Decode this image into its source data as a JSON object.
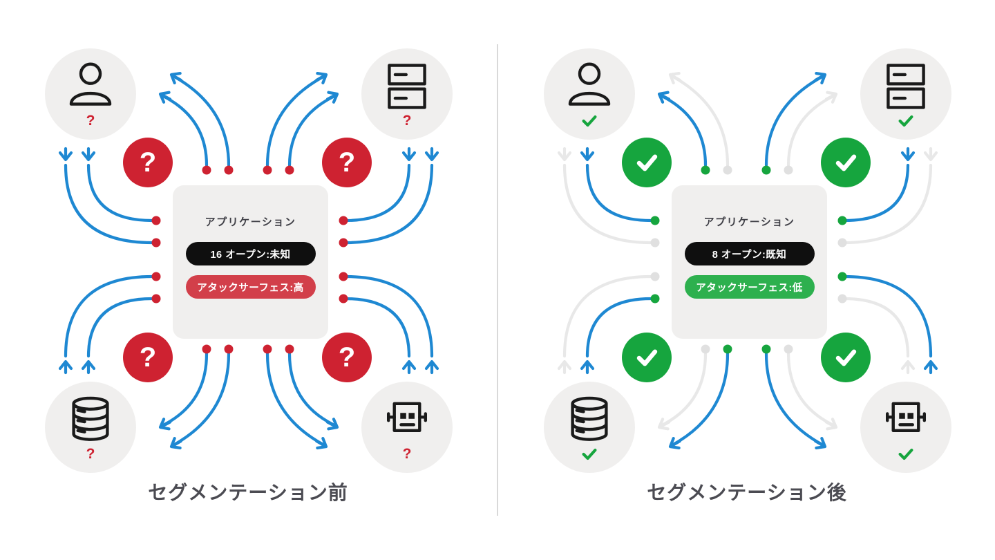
{
  "colors": {
    "blue": "#1e88d2",
    "red": "#ce2231",
    "red_pill": "#d23f4a",
    "green": "#16a53e",
    "green_pill": "#2db04e",
    "gray_line": "#e8e8e8",
    "gray_dot": "#e0e0e0",
    "ink": "#1a1a1a",
    "label": "#4b4b52",
    "surface": "#f0efee",
    "black_pill": "#0f0f0f",
    "divider_c": "#d9d9d9"
  },
  "panels": [
    {
      "caption": "セグメンテーション前",
      "badge_kind": "question",
      "badge_glyph": "?",
      "card": {
        "title": "アプリケーション",
        "open_label": "16 オープン:未知",
        "surface_label": "アタックサーフェス:高",
        "surface_level": "high"
      },
      "entities": [
        {
          "icon": "user-icon",
          "status": "unknown",
          "status_glyph": "?"
        },
        {
          "icon": "server-icon",
          "status": "unknown",
          "status_glyph": "?"
        },
        {
          "icon": "database-icon",
          "status": "unknown",
          "status_glyph": "?"
        },
        {
          "icon": "bot-icon",
          "status": "unknown",
          "status_glyph": "?"
        }
      ],
      "links": {
        "tl_out_inner": "unknown",
        "tl_out_outer": "unknown",
        "tl_in_inner": "unknown",
        "tl_in_outer": "unknown",
        "tr_out_inner": "unknown",
        "tr_out_outer": "unknown",
        "tr_in_inner": "unknown",
        "tr_in_outer": "unknown",
        "bl_out_inner": "unknown",
        "bl_out_outer": "unknown",
        "bl_in_inner": "unknown",
        "bl_in_outer": "unknown",
        "br_out_inner": "unknown",
        "br_out_outer": "unknown",
        "br_in_inner": "unknown",
        "br_in_outer": "unknown"
      }
    },
    {
      "caption": "セグメンテーション後",
      "badge_kind": "check",
      "badge_icon": "check-icon",
      "card": {
        "title": "アプリケーション",
        "open_label": "8 オープン:既知",
        "surface_label": "アタックサーフェス:低",
        "surface_level": "low"
      },
      "entities": [
        {
          "icon": "user-icon",
          "status": "ok",
          "status_icon": "check-icon"
        },
        {
          "icon": "server-icon",
          "status": "ok",
          "status_icon": "check-icon"
        },
        {
          "icon": "database-icon",
          "status": "ok",
          "status_icon": "check-icon"
        },
        {
          "icon": "bot-icon",
          "status": "ok",
          "status_icon": "check-icon"
        }
      ],
      "links": {
        "tl_out_inner": "open",
        "tl_out_outer": "blocked",
        "tl_in_inner": "open",
        "tl_in_outer": "blocked",
        "tr_out_inner": "open",
        "tr_out_outer": "blocked",
        "tr_in_inner": "blocked",
        "tr_in_outer": "open",
        "bl_out_inner": "open",
        "bl_out_outer": "blocked",
        "bl_in_inner": "blocked",
        "bl_in_outer": "open",
        "br_out_inner": "blocked",
        "br_out_outer": "open",
        "br_in_inner": "blocked",
        "br_in_outer": "open"
      }
    }
  ]
}
